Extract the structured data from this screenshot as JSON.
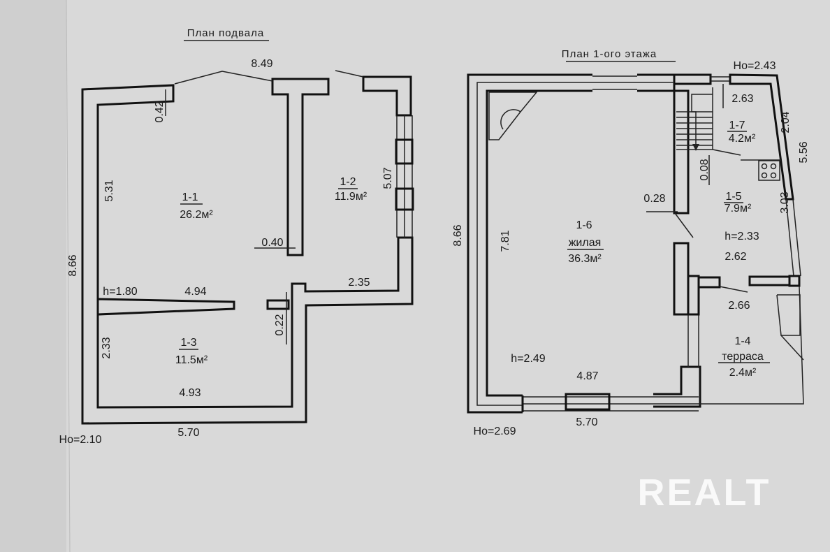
{
  "basement": {
    "title": "План подвала",
    "dims": {
      "top": "8.49",
      "wall_042": "0.42",
      "left_531": "5.31",
      "wall_040": "0.40",
      "right_507": "5.07",
      "total_866": "8.66",
      "height": "h=1.80",
      "width_494": "4.94",
      "width_235": "2.35",
      "wall_022": "0.22",
      "left_233": "2.33",
      "width_493": "4.93",
      "bottom_570": "5.70",
      "ground": "Hо=2.10"
    },
    "rooms": [
      {
        "id": "1-1",
        "area": "26.2м²"
      },
      {
        "id": "1-2",
        "area": "11.9м²"
      },
      {
        "id": "1-3",
        "area": "11.5м²"
      }
    ]
  },
  "first_floor": {
    "title": "План 1-ого этажа",
    "dims": {
      "ground_top": "Hо=2.43",
      "width_263": "2.63",
      "side_204": "2.04",
      "side_556": "5.56",
      "wall_008": "0.08",
      "wall_028": "0.28",
      "side_303": "3.03",
      "total_866": "8.66",
      "side_781": "7.81",
      "height_233": "h=2.33",
      "width_262": "2.62",
      "width_266": "2.66",
      "height_249": "h=2.49",
      "width_487": "4.87",
      "bottom_570": "5.70",
      "ground_bottom": "Hо=2.69"
    },
    "rooms": [
      {
        "id": "1-7",
        "area": "4.2м²"
      },
      {
        "id": "1-5",
        "area": "7.9м²"
      },
      {
        "id": "1-6",
        "name": "жилая",
        "area": "36.3м²"
      },
      {
        "id": "1-4",
        "name": "терраса",
        "area": "2.4м²"
      }
    ]
  },
  "watermark": "REALT"
}
